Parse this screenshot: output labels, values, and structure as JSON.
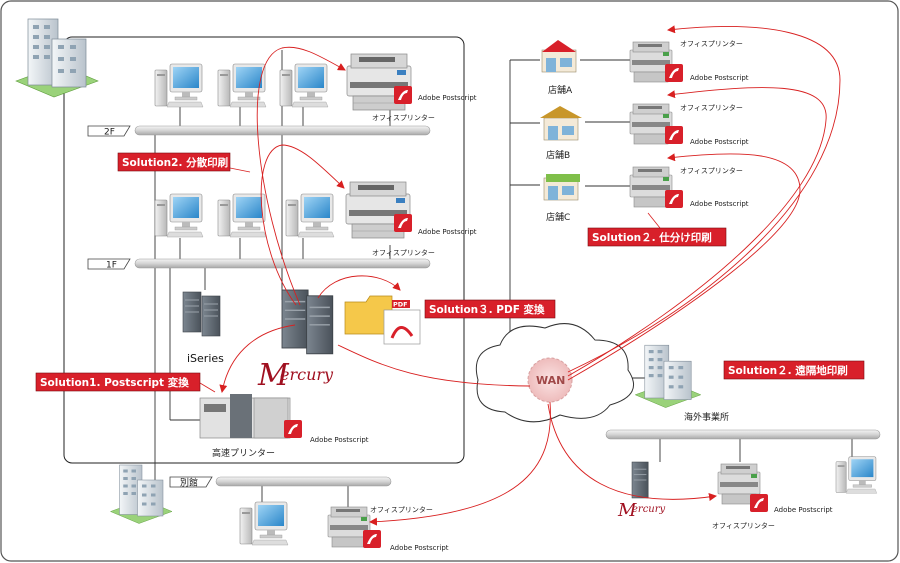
{
  "floors": {
    "f2": "2F",
    "f1": "1F",
    "annex": "別館"
  },
  "printers": {
    "office": "オフィスプリンター",
    "highspeed": "高速プリンター",
    "adobe": "Adobe Postscript"
  },
  "stores": {
    "a": "店舗A",
    "b": "店舗B",
    "c": "店舗C"
  },
  "servers": {
    "iseries": "iSeries",
    "mercury": "ercury",
    "mercury_initial": "M"
  },
  "network": {
    "wan": "WAN",
    "overseas": "海外事業所"
  },
  "solutions": {
    "distributed": "Solution2. 分散印刷",
    "postscript": "Solution1. Postscript 変換",
    "pdf": "Solution３. PDF 変換",
    "sorting": "Solution２. 仕分け印刷",
    "remote": "Solution２. 遠隔地印刷"
  },
  "pdf_badge": "PDF",
  "colors": {
    "accent": "#d8202a",
    "arrow": "#d82020",
    "pipe": "#c9c9c9"
  }
}
